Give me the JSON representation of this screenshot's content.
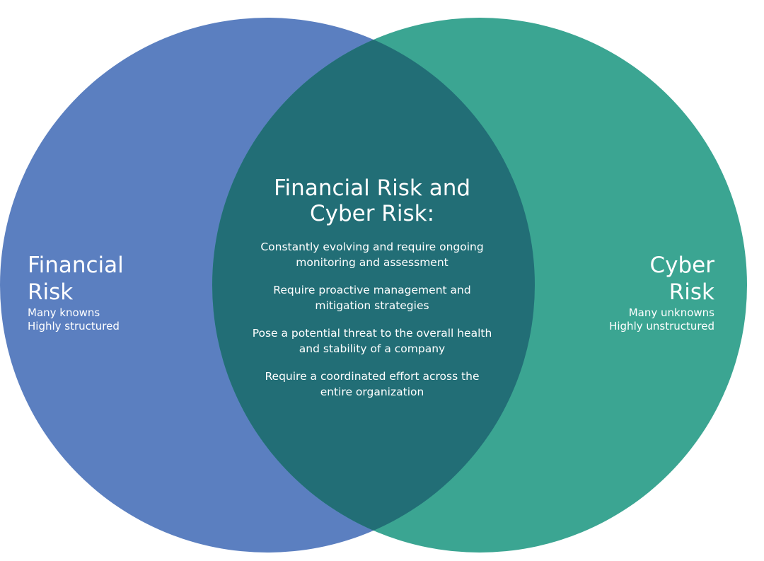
{
  "colors": {
    "left_circle": "#5b7fc0",
    "right_circle": "#3ba592",
    "overlap": "#226e76",
    "text": "#ffffff"
  },
  "left": {
    "title_line1": "Financial",
    "title_line2": "Risk",
    "desc_line1": "Many knowns",
    "desc_line2": "Highly structured"
  },
  "right": {
    "title_line1": "Cyber",
    "title_line2": "Risk",
    "desc_line1": "Many unknowns",
    "desc_line2": "Highly unstructured"
  },
  "center": {
    "title_line1": "Financial Risk and",
    "title_line2": "Cyber Risk:",
    "points": [
      {
        "line1": "Constantly evolving and require ongoing",
        "line2": "monitoring and assessment"
      },
      {
        "line1": "Require proactive management and",
        "line2": "mitigation strategies"
      },
      {
        "line1": "Pose a potential threat to the overall health",
        "line2": "and stability of a company"
      },
      {
        "line1": "Require a coordinated effort across the",
        "line2": "entire organization"
      }
    ]
  }
}
